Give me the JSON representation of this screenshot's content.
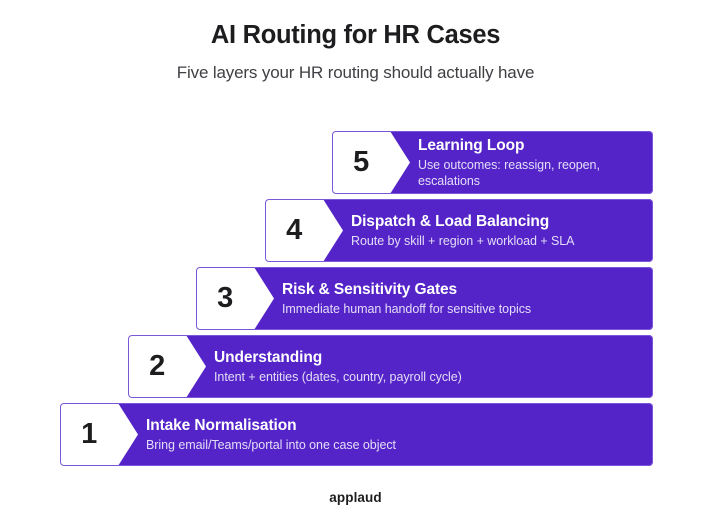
{
  "header": {
    "title": "AI Routing for HR Cases",
    "subtitle": "Five layers your HR routing should actually have"
  },
  "theme": {
    "background": "#ffffff",
    "bar_purple": "#5424c8",
    "bar_outline": "#7a57d8",
    "chevron_background": "#ffffff",
    "title_text": "#1d1d1f",
    "bar_title_text": "#ffffff",
    "bar_desc_text": "#e4ddf7"
  },
  "layers": [
    {
      "number": "5",
      "title": "Learning Loop",
      "description": "Use outcomes: reassign, reopen, escalations"
    },
    {
      "number": "4",
      "title": "Dispatch & Load Balancing",
      "description": "Route by skill + region + workload + SLA"
    },
    {
      "number": "3",
      "title": "Risk & Sensitivity Gates",
      "description": "Immediate human handoff for sensitive topics"
    },
    {
      "number": "2",
      "title": "Understanding",
      "description": "Intent + entities (dates, country, payroll cycle)"
    },
    {
      "number": "1",
      "title": "Intake Normalisation",
      "description": "Bring email/Teams/portal into one case object"
    }
  ],
  "footer": {
    "wordmark": "applaud"
  }
}
